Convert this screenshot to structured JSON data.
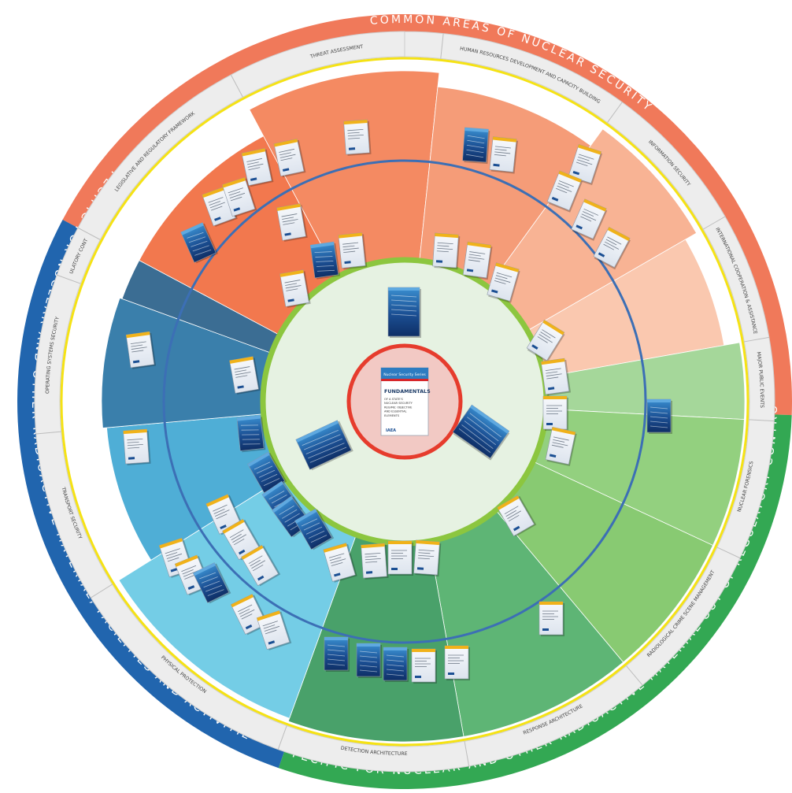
{
  "outer_arcs": {
    "common": {
      "label": "COMMON AREAS OF NUCLEAR SECURITY",
      "color": "#F0795A"
    },
    "regulatory_control": {
      "label": "SPECIFIC FOR NUCLEAR AND OTHER RADIOACTIVE MATERIAL, FACILITIES AND ACTIVITIES",
      "color": "#2165AE"
    },
    "out_of_control": {
      "label": "SPECIFIC FOR NUCLEAR AND OTHER RADIOACTIVE MATERIAL OUT OF REGULATORY CONTROL",
      "color": "#33A853"
    }
  },
  "sectors": [
    {
      "id": "legislative",
      "label": "LEGISLATIVE AND REGULATORY FRAMEWORK",
      "color": "#F2784E"
    },
    {
      "id": "threat",
      "label": "THREAT ASSESSMENT",
      "color": "#F48A62"
    },
    {
      "id": "hr",
      "label": "HUMAN RESOURCES DEVELOPMENT AND CAPACITY BUILDING",
      "color": "#F59C78"
    },
    {
      "id": "infosec",
      "label": "INFORMATION SECURITY",
      "color": "#F8B394"
    },
    {
      "id": "intl",
      "label": "INTERNATIONAL COOPERATION & ASSISTANCE",
      "color": "#FAC8AF"
    },
    {
      "id": "mpe",
      "label": "MAJOR PUBLIC EVENTS",
      "color": "#A5D79A"
    },
    {
      "id": "forensics",
      "label": "NUCLEAR FORENSICS",
      "color": "#93D07F"
    },
    {
      "id": "crime",
      "label": "RADIOLOGICAL CRIME SCENE MANAGEMENT",
      "color": "#88CA72"
    },
    {
      "id": "response",
      "label": "RESPONSE ARCHITECTURE",
      "color": "#5EB575"
    },
    {
      "id": "detection",
      "label": "DETECTION ARCHITECTURE",
      "color": "#49A16A"
    },
    {
      "id": "physical",
      "label": "PHYSICAL PROTECTION",
      "color": "#74CDE6"
    },
    {
      "id": "transport",
      "label": "TRANSPORT SECURITY",
      "color": "#4FAED6"
    },
    {
      "id": "ops",
      "label": "OPERATING SYSTEMS SECURITY",
      "color": "#3A7FAB"
    },
    {
      "id": "regctrl",
      "label": "REGULATORY CONTROL",
      "color": "#3B6D93"
    }
  ],
  "rings": {
    "label_band": "#EDEDED",
    "yellow_line": "#F5E214",
    "blue_line": "#3C6FB5",
    "green_ring": "#8CC63F",
    "center_fill": "#E6F2E2",
    "red_ring": "#E63C2D",
    "red_fill": "#F2C9C4"
  },
  "center_book": {
    "series": "Nuclear Security Series",
    "title": "FUNDAMENTALS",
    "subtitle": "OF A STATE'S NUCLEAR SECURITY REGIME: OBJECTIVE AND ESSENTIAL ELEMENTS",
    "publisher": "IAEA",
    "header_color": "#2D7CC1",
    "accent_color": "#D7262A"
  }
}
